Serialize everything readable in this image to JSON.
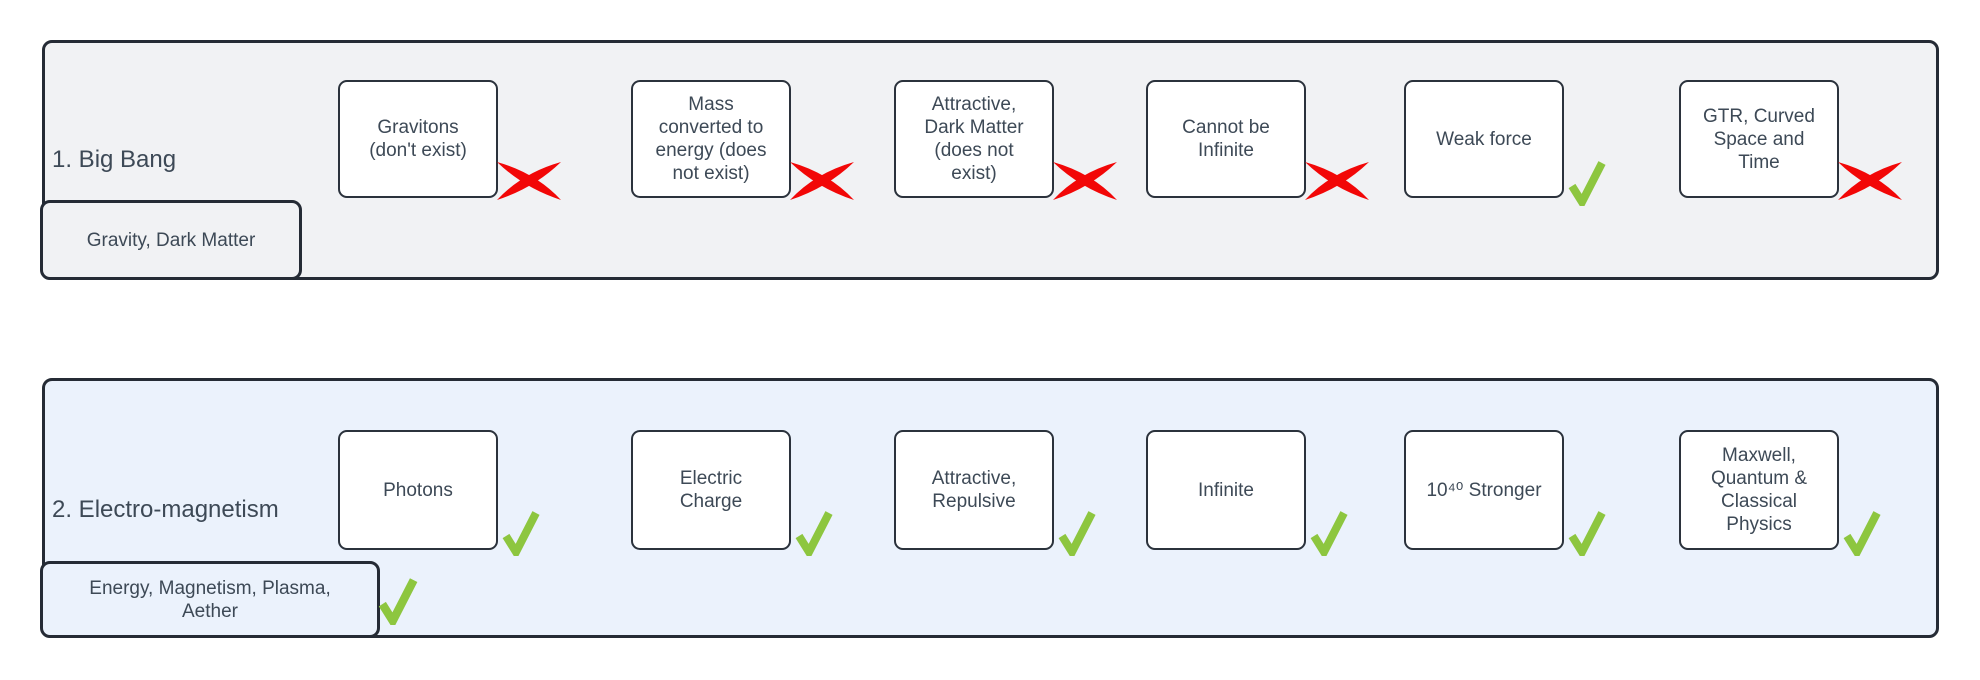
{
  "colors": {
    "lane1_fill": "#f1f2f4",
    "lane2_fill": "#ebf2fc",
    "shape_border": "#252b35",
    "box_fill": "#ffffff",
    "text": "#3d4956",
    "check_green": "#8dc63f",
    "cross_red": "#f20707"
  },
  "rows": [
    {
      "label": "1. Big Bang",
      "tag": {
        "label": "Gravity, Dark Matter",
        "mark": "none"
      },
      "boxes": [
        {
          "label": "Gravitons (don't exist)",
          "mark": "cross"
        },
        {
          "label": "Mass converted to energy (does not exist)",
          "mark": "cross"
        },
        {
          "label": "Attractive, Dark Matter (does not exist)",
          "mark": "cross"
        },
        {
          "label": "Cannot be Infinite",
          "mark": "cross"
        },
        {
          "label": "Weak force",
          "mark": "check"
        },
        {
          "label": "GTR, Curved Space and Time",
          "mark": "cross"
        }
      ]
    },
    {
      "label": "2. Electro-magnetism",
      "tag": {
        "label": "Energy, Magnetism, Plasma, Aether",
        "mark": "check"
      },
      "boxes": [
        {
          "label": "Photons",
          "mark": "check"
        },
        {
          "label": "Electric Charge",
          "mark": "check"
        },
        {
          "label": "Attractive, Repulsive",
          "mark": "check"
        },
        {
          "label": "Infinite",
          "mark": "check"
        },
        {
          "label": "10⁴⁰ Stronger",
          "mark": "check"
        },
        {
          "label": "Maxwell, Quantum & Classical Physics",
          "mark": "check"
        }
      ]
    }
  ]
}
